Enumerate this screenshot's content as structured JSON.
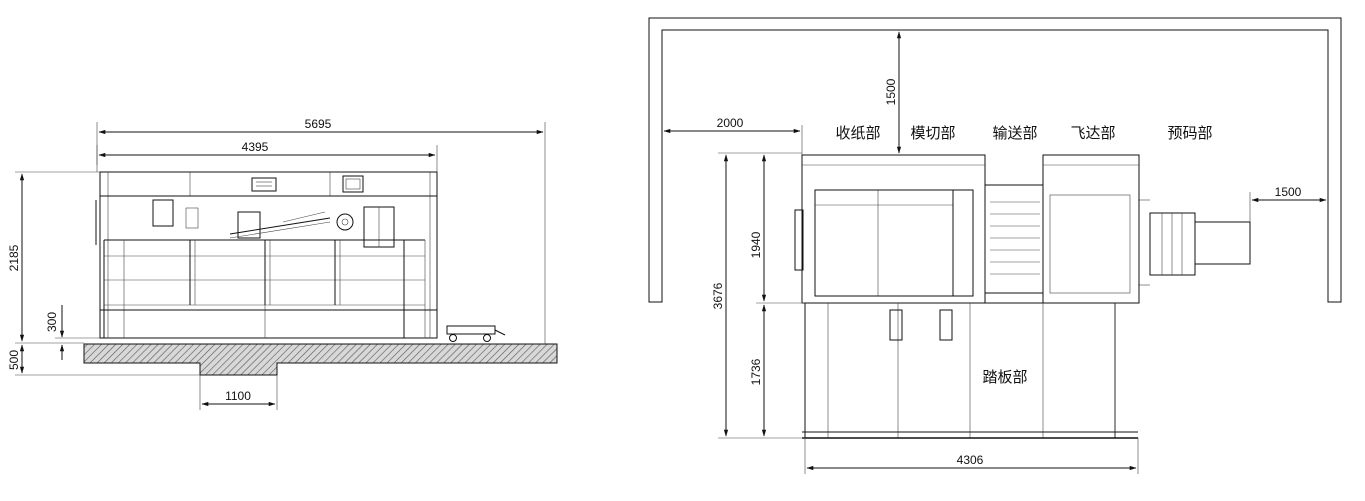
{
  "side_view": {
    "dims": {
      "total_length": "5695",
      "machine_length": "4395",
      "height": "2185",
      "platform_height": "300",
      "pit_depth": "500",
      "pit_width": "1100"
    }
  },
  "top_view": {
    "dims": {
      "clearance_top": "1500",
      "clearance_left": "2000",
      "clearance_right": "1500",
      "total_depth": "3676",
      "machine_depth": "1940",
      "platform_depth": "1736",
      "width": "4306"
    },
    "sections": {
      "delivery": "收纸部",
      "die_cutting": "模切部",
      "conveying": "输送部",
      "feeder": "飞达部",
      "pre_stacking": "预码部",
      "platform": "踏板部"
    }
  }
}
